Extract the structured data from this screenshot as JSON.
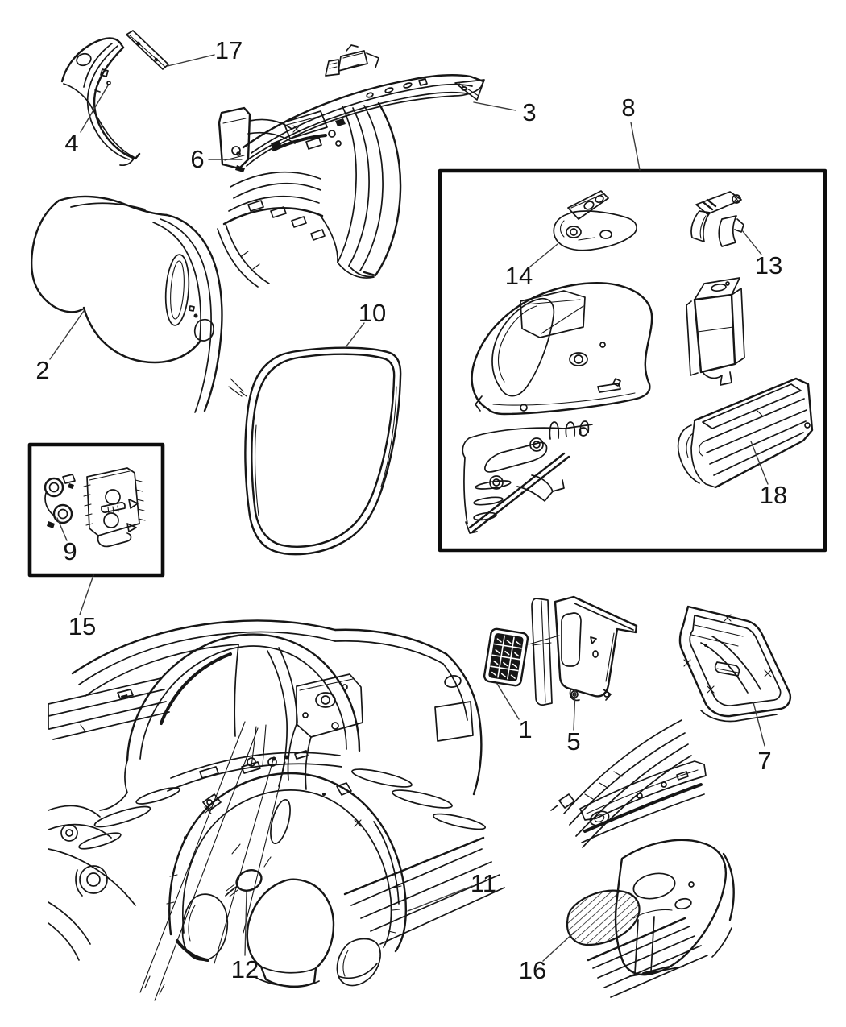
{
  "diagram": {
    "background_color": "#ffffff",
    "line_color": "#161616",
    "leader_color": "#3a3a3a",
    "callouts": [
      {
        "label": "1"
      },
      {
        "label": "2"
      },
      {
        "label": "3"
      },
      {
        "label": "4"
      },
      {
        "label": "5"
      },
      {
        "label": "6"
      },
      {
        "label": "7"
      },
      {
        "label": "8"
      },
      {
        "label": "9"
      },
      {
        "label": "10"
      },
      {
        "label": "11"
      },
      {
        "label": "12"
      },
      {
        "label": "13"
      },
      {
        "label": "14"
      },
      {
        "label": "15"
      },
      {
        "label": "16"
      },
      {
        "label": "17"
      },
      {
        "label": "18"
      }
    ]
  }
}
